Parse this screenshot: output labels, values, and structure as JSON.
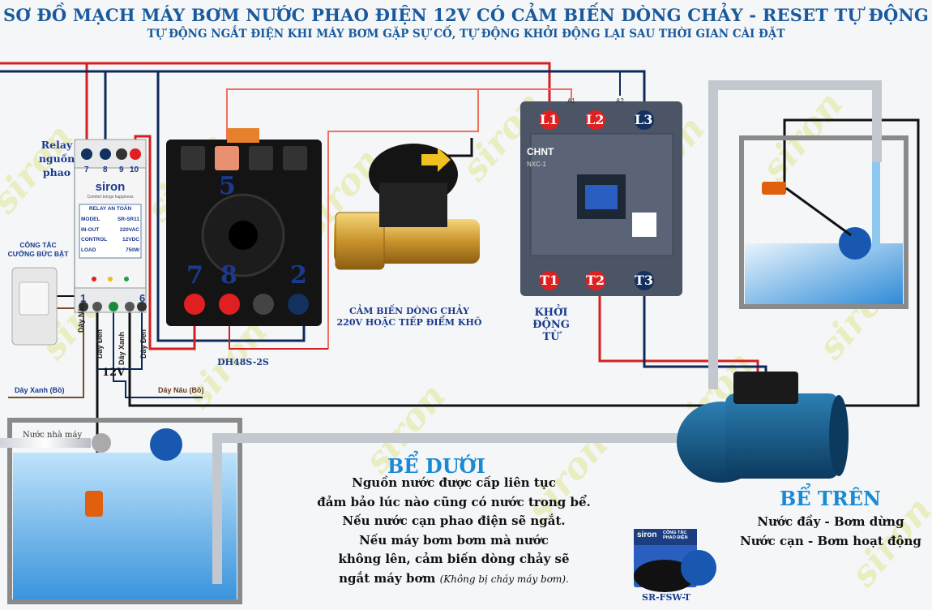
{
  "header": {
    "title": "SƠ ĐỒ MẠCH MÁY BƠM NƯỚC PHAO ĐIỆN 12V CÓ CẢM BIẾN DÒNG CHẢY - RESET TỰ ĐỘNG",
    "subtitle": "TỰ ĐỘNG NGẮT ĐIỆN KHI MÁY BƠM GẶP SỰ CỐ, TỰ ĐỘNG KHỞI ĐỘNG LẠI SAU THỜI GIAN CÀI ĐẶT"
  },
  "watermark": "siron",
  "relay": {
    "label_lines": [
      "Relay",
      "nguồn",
      "phao"
    ],
    "brand": "siron",
    "brand_tag": "Comfort brings happiness",
    "panel_title": "RELAY AN TOÀN",
    "specs": [
      {
        "k": "MODEL",
        "v": "SR-SR11"
      },
      {
        "k": "IN-OUT",
        "v": "220VAC"
      },
      {
        "k": "CONTROL",
        "v": "12VDC"
      },
      {
        "k": "LOAD",
        "v": "750W"
      }
    ],
    "top_terminals": [
      "7",
      "8",
      "9",
      "10"
    ],
    "bottom_terminals": [
      "1",
      "6"
    ]
  },
  "switch": {
    "label_lines": [
      "CÔNG TẮC",
      "CƯỠNG BỨC BẬT"
    ]
  },
  "timer": {
    "name": "DH48S-2S",
    "pins_top": [
      "5"
    ],
    "pins_bottom": [
      "7",
      "8",
      "2"
    ]
  },
  "flow_sensor": {
    "label_lines": [
      "CẢM BIẾN DÒNG CHẢY",
      "220V HOẶC TIẾP ĐIỂM KHÔ"
    ]
  },
  "contactor": {
    "name_lines": [
      "KHỞI",
      "ĐỘNG",
      "TỪ"
    ],
    "brand": "CHNT",
    "model": "NXC-1",
    "top_terms": [
      "L1",
      "L2",
      "L3"
    ],
    "bottom_terms": [
      "T1",
      "T2",
      "T3"
    ],
    "coil_labels": [
      "A1",
      "A2"
    ]
  },
  "wires": {
    "relay_down": [
      "Dây Nâu",
      "Dây Đen",
      "Dây Xanh",
      "Dây Đen"
    ],
    "voltage": "12V",
    "left": "Dây Xanh (Bồ)",
    "right": "Dây Nâu (Bồ)",
    "supply": "Nước nhà máy"
  },
  "lower_tank": {
    "title": "BỂ DƯỚI",
    "lines": [
      "Nguồn nước được cấp liên tục",
      "đảm bảo lúc nào cũng có nước trong bể.",
      "Nếu nước cạn phao điện sẽ ngắt.",
      "Nếu máy bơm bơm mà nước",
      "không lên, cảm biến dòng chảy sẽ",
      "ngắt máy bơm"
    ],
    "note": "(Không bị cháy máy bơm)."
  },
  "upper_tank": {
    "title": "BỂ TRÊN",
    "lines": [
      "Nước đầy - Bơm dừng",
      "Nước cạn - Bơm hoạt động"
    ]
  },
  "product": {
    "brand": "siron",
    "box_label": "CÔNG TẮC PHAO ĐIỆN",
    "name": "SR-FSW-T"
  },
  "colors": {
    "title": "#1a5a9c",
    "wire_red": "#d42020",
    "wire_navy": "#0e2a5a",
    "wire_black": "#111111",
    "terminal_red": "#e02020",
    "terminal_navy": "#13305e",
    "water": "#5aa8e0"
  }
}
